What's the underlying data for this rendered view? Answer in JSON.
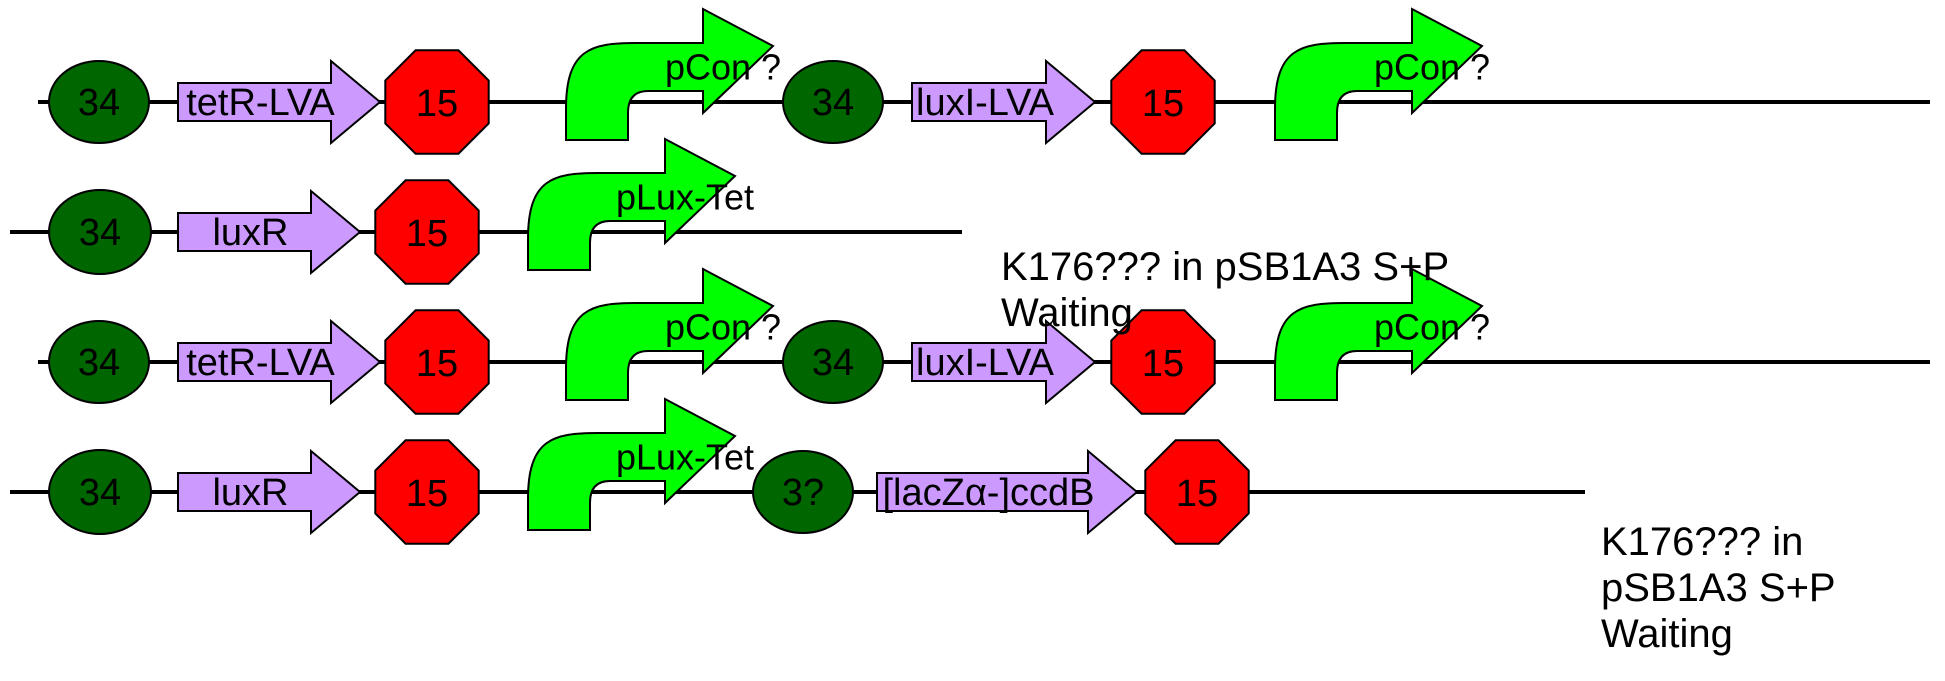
{
  "colors": {
    "rbs": "#006600",
    "cds": "#CC99FF",
    "terminator": "#FF0000",
    "promoter": "#00FF00",
    "backbone": "#000000"
  },
  "constructs": [
    {
      "parts": [
        {
          "type": "rbs",
          "label": "34"
        },
        {
          "type": "cds",
          "label": "tetR-LVA"
        },
        {
          "type": "terminator",
          "label": "15"
        },
        {
          "type": "promoter",
          "label": "pCon ?"
        },
        {
          "type": "rbs",
          "label": "34"
        },
        {
          "type": "cds",
          "label": "luxI-LVA"
        },
        {
          "type": "terminator",
          "label": "15"
        },
        {
          "type": "promoter",
          "label": "pCon ?"
        }
      ]
    },
    {
      "parts": [
        {
          "type": "rbs",
          "label": "34"
        },
        {
          "type": "cds",
          "label": "luxR"
        },
        {
          "type": "terminator",
          "label": "15"
        },
        {
          "type": "promoter",
          "label": "pLux-Tet"
        }
      ],
      "note": {
        "line1": "K176??? in pSB1A3 S+P",
        "line2": "Waiting"
      }
    },
    {
      "parts": [
        {
          "type": "rbs",
          "label": "34"
        },
        {
          "type": "cds",
          "label": "tetR-LVA"
        },
        {
          "type": "terminator",
          "label": "15"
        },
        {
          "type": "promoter",
          "label": "pCon ?"
        },
        {
          "type": "rbs",
          "label": "34"
        },
        {
          "type": "cds",
          "label": "luxI-LVA"
        },
        {
          "type": "terminator",
          "label": "15"
        },
        {
          "type": "promoter",
          "label": "pCon ?"
        }
      ]
    },
    {
      "parts": [
        {
          "type": "rbs",
          "label": "34"
        },
        {
          "type": "cds",
          "label": "luxR"
        },
        {
          "type": "terminator",
          "label": "15"
        },
        {
          "type": "promoter",
          "label": "pLux-Tet"
        },
        {
          "type": "rbs",
          "label": "3?"
        },
        {
          "type": "cds",
          "label": "[lacZα-]ccdB"
        },
        {
          "type": "terminator",
          "label": "15"
        }
      ],
      "note": {
        "line1": "K176??? in",
        "line2": "pSB1A3 S+P",
        "line3": "Waiting"
      }
    }
  ]
}
